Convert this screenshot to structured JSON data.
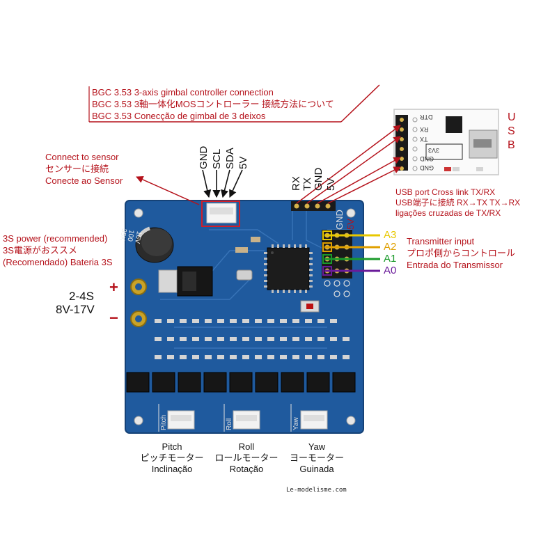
{
  "header": {
    "line1": "BGC 3.53 3-axis gimbal controller connection",
    "line2": "BGC 3.53 3軸一体化MOSコントローラー 接続方法について",
    "line3": "BGC 3.53 Conecção de gimbal de 3 deixos"
  },
  "sensor": {
    "line1": "Connect to sensor",
    "line2": "センサーに接続",
    "line3": "Conecte ao Sensor",
    "pins": [
      "GND",
      "SCL",
      "SDA",
      "5V"
    ]
  },
  "serial_pins": [
    "RX",
    "TX",
    "GND",
    "5V"
  ],
  "power": {
    "line1": "3S power (recommended)",
    "line2": "3S電源がおススメ",
    "line3": "(Recomendado) Bateria 3S",
    "voltage_range": "2-4S",
    "voltage": "8V-17V",
    "plus": "+",
    "minus": "−"
  },
  "usb": {
    "title_letters": [
      "U",
      "S",
      "B"
    ],
    "line1": "USB port     Cross link TX/RX",
    "line2": "USB端子に接続     RX→TX  TX→RX",
    "line3": "ligações cruzadas de TX/RX",
    "board_labels": [
      "DTR",
      "RX",
      "TX",
      "3V3",
      "GND",
      "GND"
    ]
  },
  "transmitter": {
    "line1": "Transmitter input",
    "line2": "プロポ側からコントロール",
    "line3": "Entrada do Transmissor",
    "channels": [
      {
        "name": "A3",
        "color": "#e8c800"
      },
      {
        "name": "A2",
        "color": "#e0a000"
      },
      {
        "name": "A1",
        "color": "#1a9a2a"
      },
      {
        "name": "A0",
        "color": "#6a1b9a"
      }
    ],
    "header_pins": [
      "GND",
      "5V"
    ]
  },
  "motors": [
    {
      "en": "Pitch",
      "ja": "ピッチモーター",
      "pt": "Inclinação",
      "silk": "Pitch"
    },
    {
      "en": "Roll",
      "ja": "ロールモーター",
      "pt": "Rotação",
      "silk": "Roll"
    },
    {
      "en": "Yaw",
      "ja": "ヨーモーター",
      "pt": "Guinada",
      "silk": "Yaw"
    }
  ],
  "capacitor": {
    "line1": "16V",
    "line2": "100",
    "line3": "35K"
  },
  "watermark": "Le-modelisme.com",
  "colors": {
    "pcb": "#1f5a9e",
    "annotation": "#b5121b"
  }
}
